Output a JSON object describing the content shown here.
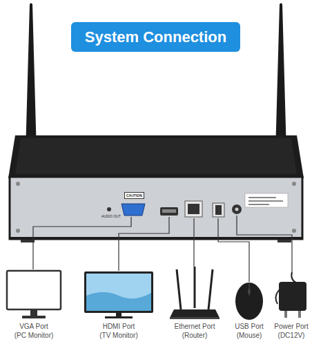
{
  "diagram": {
    "title": "System Connection",
    "nodes": [
      {
        "text": [
          "VGA Port",
          "(PC Monitor)"
        ]
      },
      {
        "text": [
          "HDMI Port",
          "(TV Monitor)"
        ]
      },
      {
        "text": [
          "Ethernet Port",
          "(Router)"
        ]
      },
      {
        "text": [
          "USB Port",
          "(Mouse)"
        ]
      },
      {
        "text": [
          "Power Port",
          "(DC12V)"
        ]
      }
    ],
    "labels": [
      "CAUTION",
      "AUDIO OUT"
    ]
  }
}
